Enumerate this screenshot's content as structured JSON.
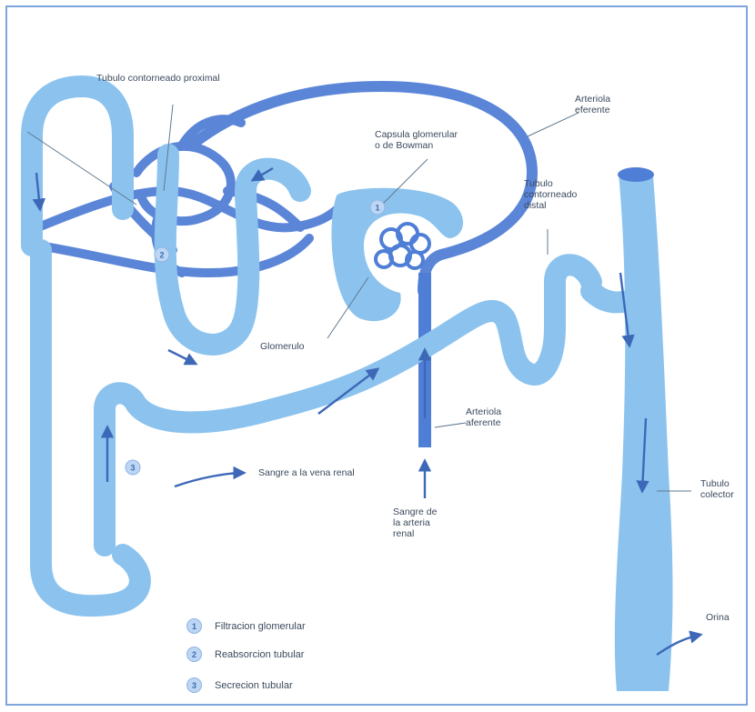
{
  "colors": {
    "tubule": "#8cc3ee",
    "vessel": "#4f7ed6",
    "vessel_light": "#6d9ae0",
    "frame": "#7ea6dc",
    "text": "#3a4a5c",
    "badge": "#bcd6f4"
  },
  "labels": {
    "proximal": "Tubulo contorneado proximal",
    "capsule": [
      "Capsula glomerular",
      "o de Bowman"
    ],
    "efferent": [
      "Arteriola",
      "eferente"
    ],
    "distal": [
      "Tubulo",
      "contorneado",
      "distal"
    ],
    "glomerulus": "Glomerulo",
    "afferent": [
      "Arteriola",
      "aferente"
    ],
    "renal_vein": "Sangre a la vena renal",
    "renal_artery": [
      "Sangre de",
      "la arteria",
      "renal"
    ],
    "collecting": [
      "Tubulo",
      "colector"
    ],
    "urine": "Orina"
  },
  "markers": [
    "1",
    "2",
    "3"
  ],
  "legend": [
    {
      "num": "1",
      "text": "Filtracion glomerular"
    },
    {
      "num": "2",
      "text": "Reabsorcion tubular"
    },
    {
      "num": "3",
      "text": "Secrecion tubular"
    }
  ]
}
